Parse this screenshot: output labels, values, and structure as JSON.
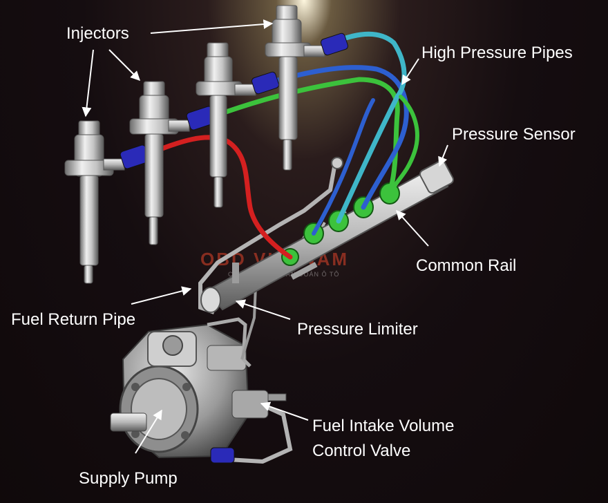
{
  "labels": {
    "injectors": "Injectors",
    "high_pressure_pipes": "High Pressure Pipes",
    "pressure_sensor": "Pressure Sensor",
    "common_rail": "Common Rail",
    "fuel_return_pipe": "Fuel Return Pipe",
    "pressure_limiter": "Pressure Limiter",
    "fuel_intake_line1": "Fuel Intake Volume",
    "fuel_intake_line2": "Control Valve",
    "supply_pump": "Supply Pump"
  },
  "watermark": {
    "logo_text": "OBD VIETNAM",
    "tagline": "CHUYÊN GIA CHẨN ĐOÁN Ô TÔ"
  },
  "colors": {
    "pipe_red": "#d42020",
    "pipe_blue": "#2d5fd0",
    "pipe_green": "#3cc23c",
    "pipe_cyan": "#3fb6c8",
    "connector_blue": "#2a2ab8",
    "metal": "#c8c8c8"
  }
}
